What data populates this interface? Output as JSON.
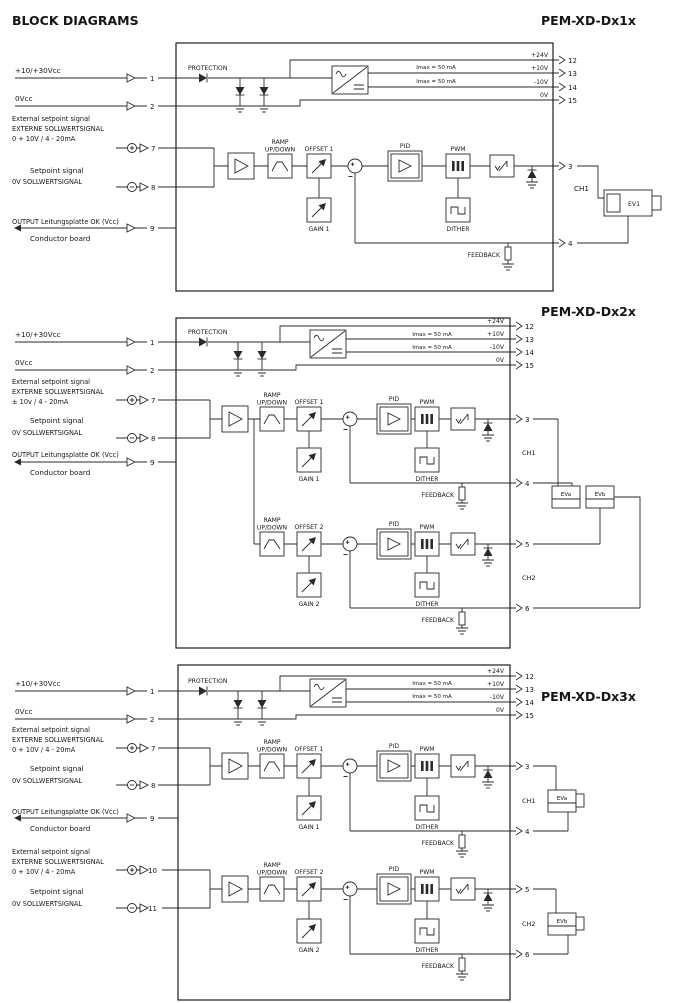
{
  "header": {
    "title": "BLOCK DIAGRAMS"
  },
  "d1": {
    "title": "PEM-XD-Dx1x",
    "left": {
      "supply": "+10/+30Vcc",
      "ground": "0Vcc",
      "ext1": "External setpoint signal",
      "ext2": "EXTERNE SOLLWERTSIGNAL",
      "ext3": "0 + 10V / 4 - 20mA",
      "set1": "Setpoint signal",
      "set2": "0V SOLLWERTSIGNAL",
      "out1": "OUTPUT Leitungsplatte OK (Vcc)",
      "out2": "Conductor board"
    },
    "power": {
      "protection": "PROTECTION",
      "imax1": "Imax = 50 mA",
      "imax2": "Imax = 50 mA",
      "v24": "+24V",
      "v10": "+10V",
      "vm10": "-10V",
      "v0": "0V"
    },
    "blocks": {
      "ramp_a": "RAMP",
      "ramp_b": "UP/DOWN",
      "offset1": "OFFSET 1",
      "pid": "PID",
      "pwm": "PWM",
      "gain1": "GAIN 1",
      "dither": "DITHER",
      "feedback": "FEEDBACK"
    },
    "right": {
      "ch1": "CH1",
      "ev1": "EV1"
    },
    "pins": {
      "p1": "1",
      "p2": "2",
      "p3": "3",
      "p4": "4",
      "p7": "7",
      "p8": "8",
      "p9": "9",
      "p12": "12",
      "p13": "13",
      "p14": "14",
      "p15": "15"
    }
  },
  "d2": {
    "title": "PEM-XD-Dx2x",
    "left": {
      "supply": "+10/+30Vcc",
      "ground": "0Vcc",
      "ext1": "External setpoint signal",
      "ext2": "EXTERNE SOLLWERTSIGNAL",
      "ext3": "± 10v / 4 - 20mA",
      "set1": "Setpoint signal",
      "set2": "0V SOLLWERTSIGNAL",
      "out1": "OUTPUT Leitungsplatte OK (Vcc)",
      "out2": "Conductor board"
    },
    "power": {
      "protection": "PROTECTION",
      "imax1": "Imax = 50 mA",
      "imax2": "Imax = 50 mA",
      "v24": "+24V",
      "v10": "+10V",
      "vm10": "-10V",
      "v0": "0V"
    },
    "blocks": {
      "ramp_a": "RAMP",
      "ramp_b": "UP/DOWN",
      "offset1": "OFFSET 1",
      "offset2": "OFFSET 2",
      "pid": "PID",
      "pwm": "PWM",
      "gain1": "GAIN 1",
      "gain2": "GAIN 2",
      "dither": "DITHER",
      "feedback": "FEEDBACK"
    },
    "right": {
      "ch1": "CH1",
      "ch2": "CH2",
      "eva": "EVa",
      "evb": "EVb"
    },
    "pins": {
      "p1": "1",
      "p2": "2",
      "p3": "3",
      "p4": "4",
      "p5": "5",
      "p6": "6",
      "p7": "7",
      "p8": "8",
      "p9": "9",
      "p12": "12",
      "p13": "13",
      "p14": "14",
      "p15": "15"
    }
  },
  "d3": {
    "title": "PEM-XD-Dx3x",
    "left": {
      "supply": "+10/+30Vcc",
      "ground": "0Vcc",
      "ext1": "External setpoint signal",
      "ext2": "EXTERNE SOLLWERTSIGNAL",
      "ext3": "0 + 10V / 4 - 20mA",
      "set1": "Setpoint signal",
      "set2": "0V SOLLWERTSIGNAL",
      "out1": "OUTPUT Leitungsplatte OK (Vcc)",
      "out2": "Conductor board"
    },
    "power": {
      "protection": "PROTECTION",
      "imax1": "Imax = 50 mA",
      "imax2": "Imax = 50 mA",
      "v24": "+24V",
      "v10": "+10V",
      "vm10": "-10V",
      "v0": "0V"
    },
    "blocks": {
      "ramp_a": "RAMP",
      "ramp_b": "UP/DOWN",
      "offset1": "OFFSET 1",
      "offset2": "OFFSET 2",
      "pid": "PID",
      "pwm": "PWM",
      "gain1": "GAIN 1",
      "gain2": "GAIN 2",
      "dither": "DITHER",
      "feedback": "FEEDBACK"
    },
    "right": {
      "ch1": "CH1",
      "ch2": "CH2",
      "eva": "EVa",
      "evb": "EVb"
    },
    "pins": {
      "p1": "1",
      "p2": "2",
      "p3": "3",
      "p4": "4",
      "p5": "5",
      "p6": "6",
      "p7": "7",
      "p8": "8",
      "p9": "9",
      "p10": "10",
      "p11": "11",
      "p12": "12",
      "p13": "13",
      "p14": "14",
      "p15": "15"
    }
  }
}
